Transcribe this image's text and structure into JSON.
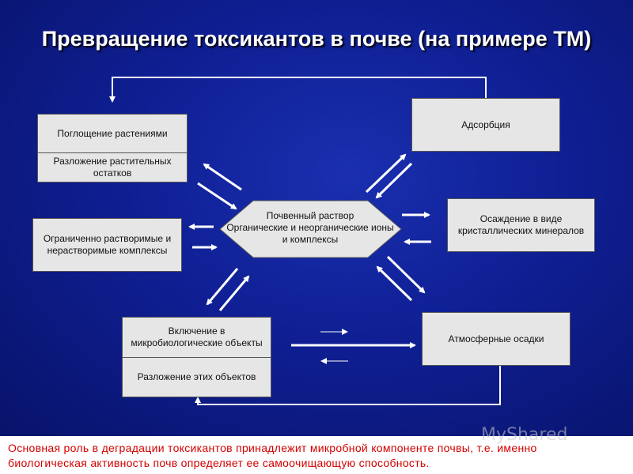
{
  "title": "Превращение токсикантов в почве (на примере ТМ)",
  "nodes": {
    "uptake": "Поглощение растениями",
    "decomp_plants": "Разложение растительных остатков",
    "adsorption": "Адсорбция",
    "limited": "Ограниченно растворимые и нерастворимые комплексы",
    "solution_title": "Почвенный раствор",
    "solution_text": "Органические и неорганические ионы и комплексы",
    "precip": "Осаждение в виде кристаллических минералов",
    "micro_incl": "Включение в микробиологические объекты",
    "micro_decomp": "Разложение этих объектов",
    "atmos": "Атмосферные осадки"
  },
  "footer": {
    "text": "Основная роль в деградации токсикантов принадлежит микробной компоненте почвы, т.е. именно биологическая активность почв определяет ее самоочищающую способность."
  },
  "watermark": "MyShared",
  "colors": {
    "background": "#0f1f93",
    "box": "#e6e6e6",
    "arrow": "#ffffff",
    "footer_text": "#d40000"
  }
}
